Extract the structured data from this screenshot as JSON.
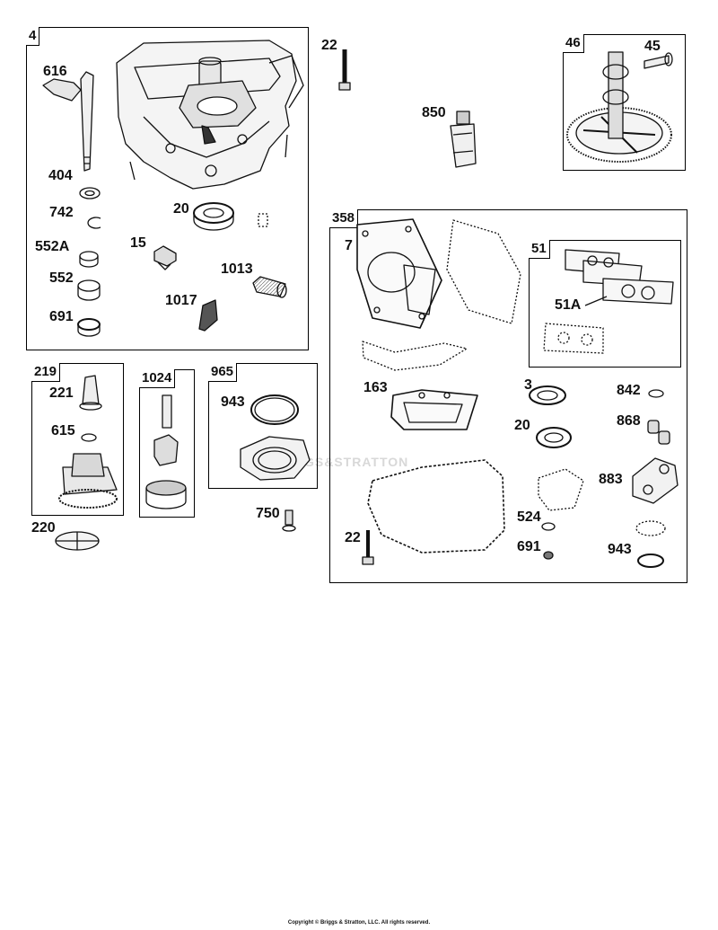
{
  "groups": {
    "g4": "4",
    "g219": "219",
    "g1024": "1024",
    "g965": "965",
    "g358": "358",
    "g46": "46",
    "g51": "51"
  },
  "callouts": {
    "c616": "616",
    "c404": "404",
    "c742": "742",
    "c552a": "552A",
    "c552": "552",
    "c691a": "691",
    "c20a": "20",
    "c15": "15",
    "c1013": "1013",
    "c1017": "1017",
    "c22a": "22",
    "c850": "850",
    "c45": "45",
    "c221": "221",
    "c615": "615",
    "c220": "220",
    "c943a": "943",
    "c750": "750",
    "c7": "7",
    "c51a": "51A",
    "c163": "163",
    "c3": "3",
    "c20b": "20",
    "c842": "842",
    "c868": "868",
    "c883": "883",
    "c524": "524",
    "c22b": "22",
    "c691b": "691",
    "c943b": "943"
  },
  "watermark": "BRIGGS&STRATTON",
  "copyright": "Copyright © Briggs & Stratton, LLC. All rights reserved."
}
